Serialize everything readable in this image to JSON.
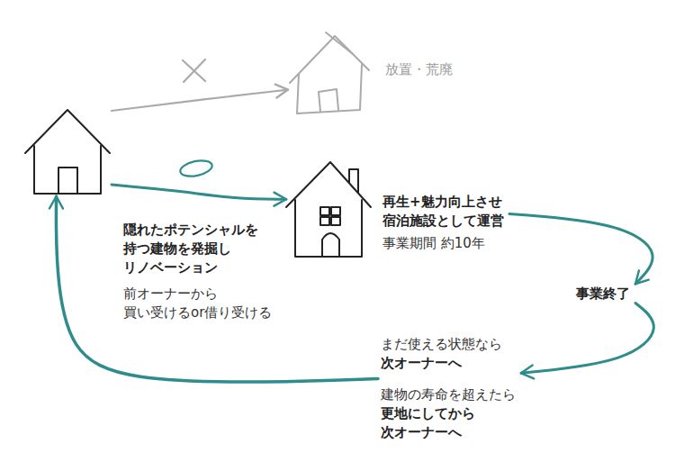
{
  "diagram": {
    "nodes": [
      {
        "text": []
      },
      {
        "text": [
          "放置・荒廃"
        ]
      },
      {
        "text": [
          "再生+魅力向上させ 宿泊施設として運営",
          "事業期間 約10年"
        ]
      },
      {
        "text": [
          "事業終了"
        ]
      },
      {
        "text": [
          "まだ使える状態なら",
          "次オーナーへ",
          "建物の寿命を超えたら",
          "更地にしてから 次オーナーへ"
        ]
      }
    ],
    "edges": [
      {
        "from": 0,
        "to": 1,
        "arrow": "to"
      },
      {
        "from": 0,
        "to": 2,
        "arrow": "to",
        "label": "隠れたポテンシャルを 持つ建物を発掘し リノベーション"
      },
      {
        "from": 2,
        "to": 3,
        "arrow": "to"
      },
      {
        "from": 3,
        "to": 4,
        "arrow": "to"
      },
      {
        "from": 4,
        "to": 0,
        "arrow": "to"
      }
    ],
    "labels": [
      "前オーナーから 買い受けるor借り受ける"
    ]
  }
}
